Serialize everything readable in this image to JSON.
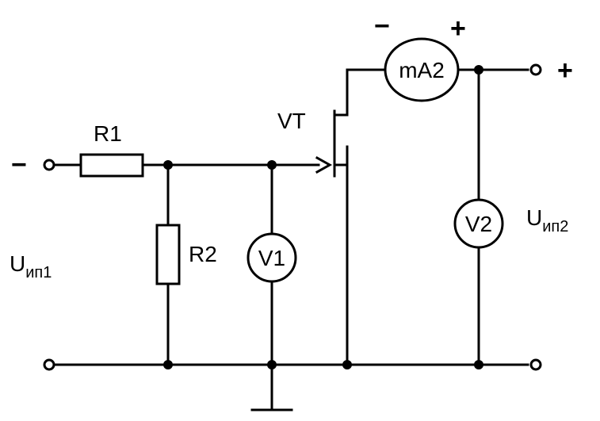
{
  "labels": {
    "r1": "R1",
    "r2": "R2",
    "vt": "VT",
    "v1": "V1",
    "v2": "V2",
    "ma2": "mA2",
    "u1_main": "U",
    "u1_sub": "ип1",
    "u2_main": "U",
    "u2_sub": "ип2"
  },
  "signs": {
    "input_minus": "−",
    "output_plus": "+",
    "meter_minus": "−",
    "meter_plus": "+"
  }
}
